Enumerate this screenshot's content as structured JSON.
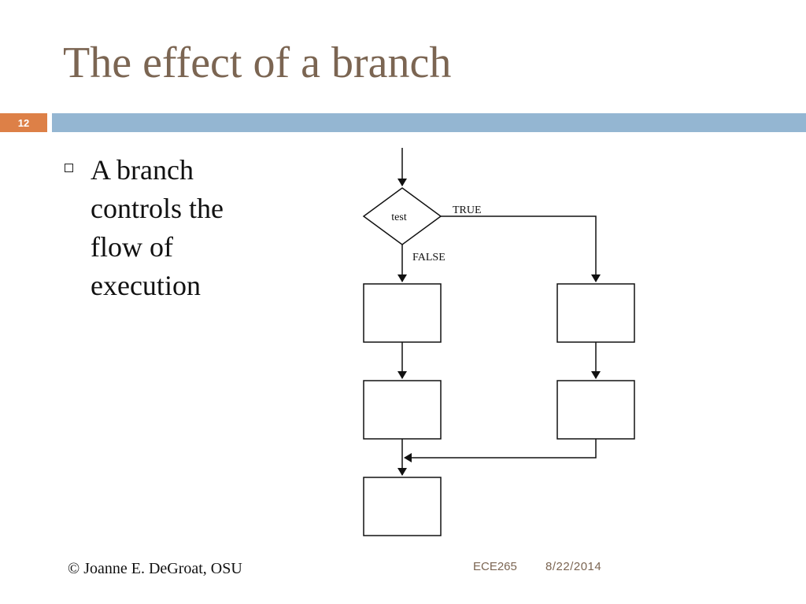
{
  "slide": {
    "title": "The effect of a branch",
    "number": "12"
  },
  "bullets": {
    "lines": [
      "A branch",
      "controls the",
      "flow of",
      "execution"
    ]
  },
  "diagram": {
    "decision_label": "test",
    "true_label": "TRUE",
    "false_label": "FALSE"
  },
  "footer": {
    "copyright": "© Joanne E. DeGroat, OSU",
    "course": "ECE265",
    "date": "8/22/2014"
  }
}
